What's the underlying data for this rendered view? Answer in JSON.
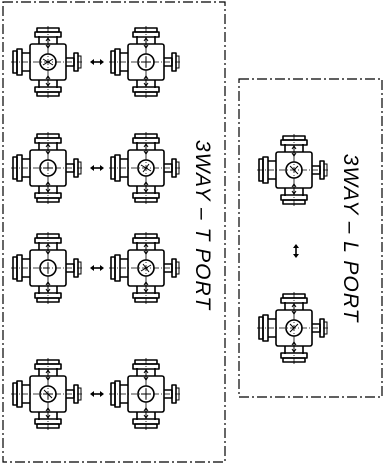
{
  "groups": [
    {
      "label": "3WAY – T PORT",
      "rows": [
        {
          "from": "T-port position 1",
          "to": "T-port position 2"
        },
        {
          "from": "T-port position 3",
          "to": "T-port position 4"
        },
        {
          "from": "T-port position 5",
          "to": "T-port position 6"
        },
        {
          "from": "T-port position 7",
          "to": "T-port position 8"
        }
      ]
    },
    {
      "label": "3WAY – L PORT",
      "rows": [
        {
          "from": "L-port position 1",
          "to": "L-port position 2"
        }
      ]
    }
  ],
  "icons": {
    "valve": "three-way-valve-icon",
    "arrow": "double-headed-arrow-icon"
  }
}
